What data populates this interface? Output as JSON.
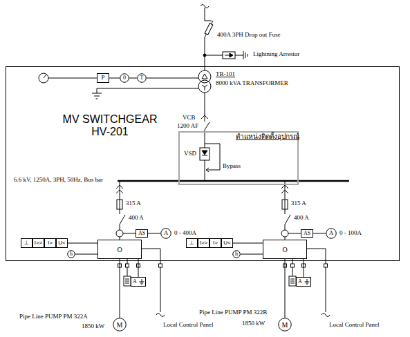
{
  "diagram": {
    "nodes": [
      {
        "text": [
          "MV SWITCHGEAR HV-201"
        ]
      },
      {
        "text": [
          "P"
        ],
        "in": 0
      },
      {
        "text": [
          "0"
        ],
        "in": 0
      },
      {
        "text": [
          "T"
        ],
        "in": 0
      },
      {
        "text": [
          "ตำแหน่งติดตั้งอุปกรณ์"
        ],
        "in": 0
      },
      {
        "text": [
          "⊥"
        ],
        "in": 0
      },
      {
        "text": [
          "I>>"
        ],
        "in": 0
      },
      {
        "text": [
          "I>"
        ],
        "in": 0
      },
      {
        "text": [
          "U<"
        ],
        "in": 0
      },
      {
        "text": [
          "AS"
        ],
        "in": 0
      },
      {
        "text": [
          "A"
        ],
        "in": 0
      },
      {
        "text": [
          "O"
        ],
        "in": 0
      },
      {
        "text": [
          "h"
        ],
        "in": 0
      },
      {
        "text": [
          "⊥"
        ],
        "in": 0
      },
      {
        "text": [
          "I>>"
        ],
        "in": 0
      },
      {
        "text": [
          "I>"
        ],
        "in": 0
      },
      {
        "text": [
          "U<"
        ],
        "in": 0
      },
      {
        "text": [
          "AS"
        ],
        "in": 0
      },
      {
        "text": [
          "A"
        ],
        "in": 0
      },
      {
        "text": [
          "O"
        ],
        "in": 0
      },
      {
        "text": [
          "h"
        ],
        "in": 0
      },
      {
        "text": [
          "A"
        ]
      },
      {
        "text": [
          "M"
        ]
      },
      {
        "text": [
          "A"
        ]
      },
      {
        "text": [
          "M"
        ]
      }
    ],
    "edges": [
      {
        "from": 1,
        "to": 2,
        "arrow": "none"
      },
      {
        "from": 2,
        "to": 3,
        "arrow": "none"
      },
      {
        "from": 8,
        "to": 11,
        "arrow": "none"
      },
      {
        "from": 9,
        "to": 10,
        "arrow": "none"
      },
      {
        "from": 12,
        "to": 11,
        "arrow": "none"
      },
      {
        "from": 11,
        "to": 21,
        "arrow": "none"
      },
      {
        "from": 11,
        "to": 22,
        "arrow": "none"
      },
      {
        "from": 16,
        "to": 19,
        "arrow": "none"
      },
      {
        "from": 17,
        "to": 18,
        "arrow": "none"
      },
      {
        "from": 20,
        "to": 19,
        "arrow": "none"
      },
      {
        "from": 19,
        "to": 23,
        "arrow": "none"
      },
      {
        "from": 19,
        "to": 24,
        "arrow": "none"
      }
    ],
    "labels": [
      "400A 3PH Drop out Fuse",
      "Lightning Arrestor",
      "TR-101",
      "8000 kVA TRANSFORMER",
      "VCB",
      "1200 AF",
      "VSD",
      "Bypass",
      "6.6 kV, 1250A, 3PH, 50Hz, Bus bar",
      "315 A",
      "400 A",
      "0 - 400A",
      "315 A",
      "400 A",
      "0 - 100A",
      "Pipe Line PUMP PM 322A",
      "1850 kW",
      "Local Control Panel",
      "Pipe Line PUMP PM 322B",
      "1850 kW",
      "Local Control Panel"
    ]
  }
}
